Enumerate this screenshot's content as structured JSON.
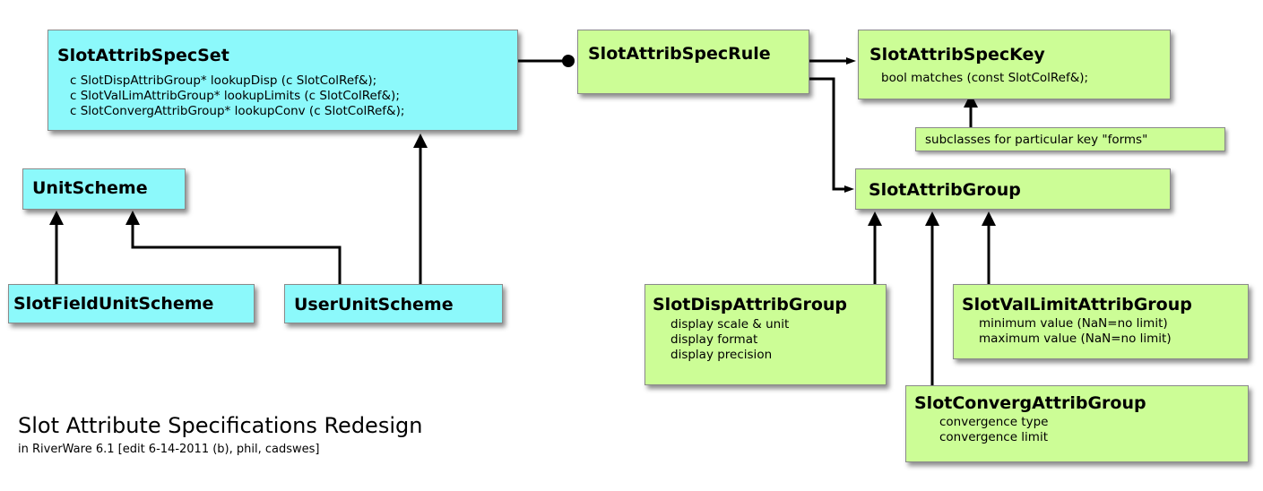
{
  "spec_set": {
    "title": "SlotAttribSpecSet",
    "lines": [
      "c SlotDispAttribGroup* lookupDisp (c SlotColRef&);",
      "c SlotValLimAttribGroup* lookupLimits (c SlotColRef&);",
      "c SlotConvergAttribGroup* lookupConv (c SlotColRef&);"
    ]
  },
  "spec_rule": {
    "title": "SlotAttribSpecRule"
  },
  "spec_key": {
    "title": "SlotAttribSpecKey",
    "lines": [
      "bool matches (const SlotColRef&);"
    ]
  },
  "subclasses_note": {
    "text": "subclasses for particular key \"forms\""
  },
  "attrib_group": {
    "title": "SlotAttribGroup"
  },
  "unit_scheme": {
    "title": "UnitScheme"
  },
  "slot_field_unit_scheme": {
    "title": "SlotFieldUnitScheme"
  },
  "user_unit_scheme": {
    "title": "UserUnitScheme"
  },
  "disp_group": {
    "title": "SlotDispAttribGroup",
    "lines": [
      "display scale & unit",
      "display format",
      "display precision"
    ]
  },
  "val_limit_group": {
    "title": "SlotValLimitAttribGroup",
    "lines": [
      "minimum value (NaN=no limit)",
      "maximum value (NaN=no limit)"
    ]
  },
  "converg_group": {
    "title": "SlotConvergAttribGroup",
    "lines": [
      "convergence type",
      "convergence limit"
    ]
  },
  "caption": {
    "title": "Slot Attribute Specifications Redesign",
    "subtitle": "in RiverWare 6.1 [edit 6-14-2011 (b), phil, cadswes]"
  }
}
